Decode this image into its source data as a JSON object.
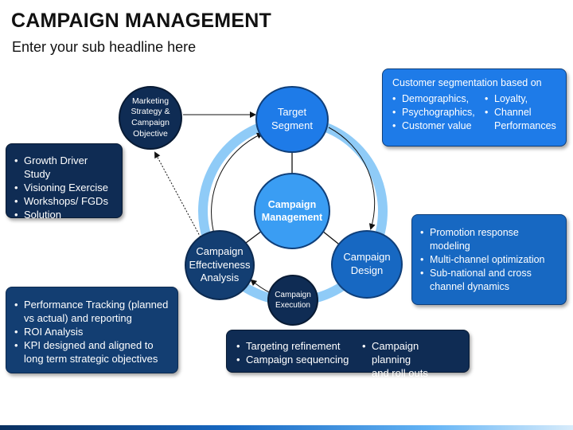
{
  "title": "CAMPAIGN MANAGEMENT",
  "subtitle": "Enter your sub headline here",
  "colors": {
    "ring": "#8fcbf7",
    "dark_navy": "#0f2c54",
    "navy": "#133e72",
    "blue": "#1768c2",
    "bright_blue": "#1e7be8",
    "light_blue": "#3a9df3"
  },
  "nodes": {
    "target": "Target\nSegment",
    "center": "Campaign\nManagement",
    "design": "Campaign\nDesign",
    "effectiveness": "Campaign\nEffectiveness\nAnalysis",
    "execution": "Campaign\nExecution",
    "marketing": "Marketing\nStrategy &\nCampaign\nObjective"
  },
  "boxes": {
    "customer": {
      "heading": "Customer segmentation based on",
      "col1": [
        "Demographics,",
        "Psychographics,",
        "Customer value"
      ],
      "col2": [
        "Loyalty,",
        "Channel\nPerformances"
      ]
    },
    "growth": {
      "items": [
        "Growth Driver Study",
        "Visioning Exercise",
        "Workshops/ FGDs",
        "Solution Roadmaps"
      ]
    },
    "promotion": {
      "items": [
        "Promotion response\nmodeling",
        "Multi-channel optimization",
        "Sub-national and cross\nchannel dynamics"
      ]
    },
    "performance": {
      "items": [
        "Performance Tracking (planned\nvs actual) and reporting",
        "ROI Analysis",
        "KPI designed and aligned to\nlong term strategic objectives"
      ]
    },
    "targeting": {
      "col1": [
        "Targeting refinement",
        "Campaign sequencing"
      ],
      "col2": [
        "Campaign planning\nand roll outs"
      ]
    }
  }
}
